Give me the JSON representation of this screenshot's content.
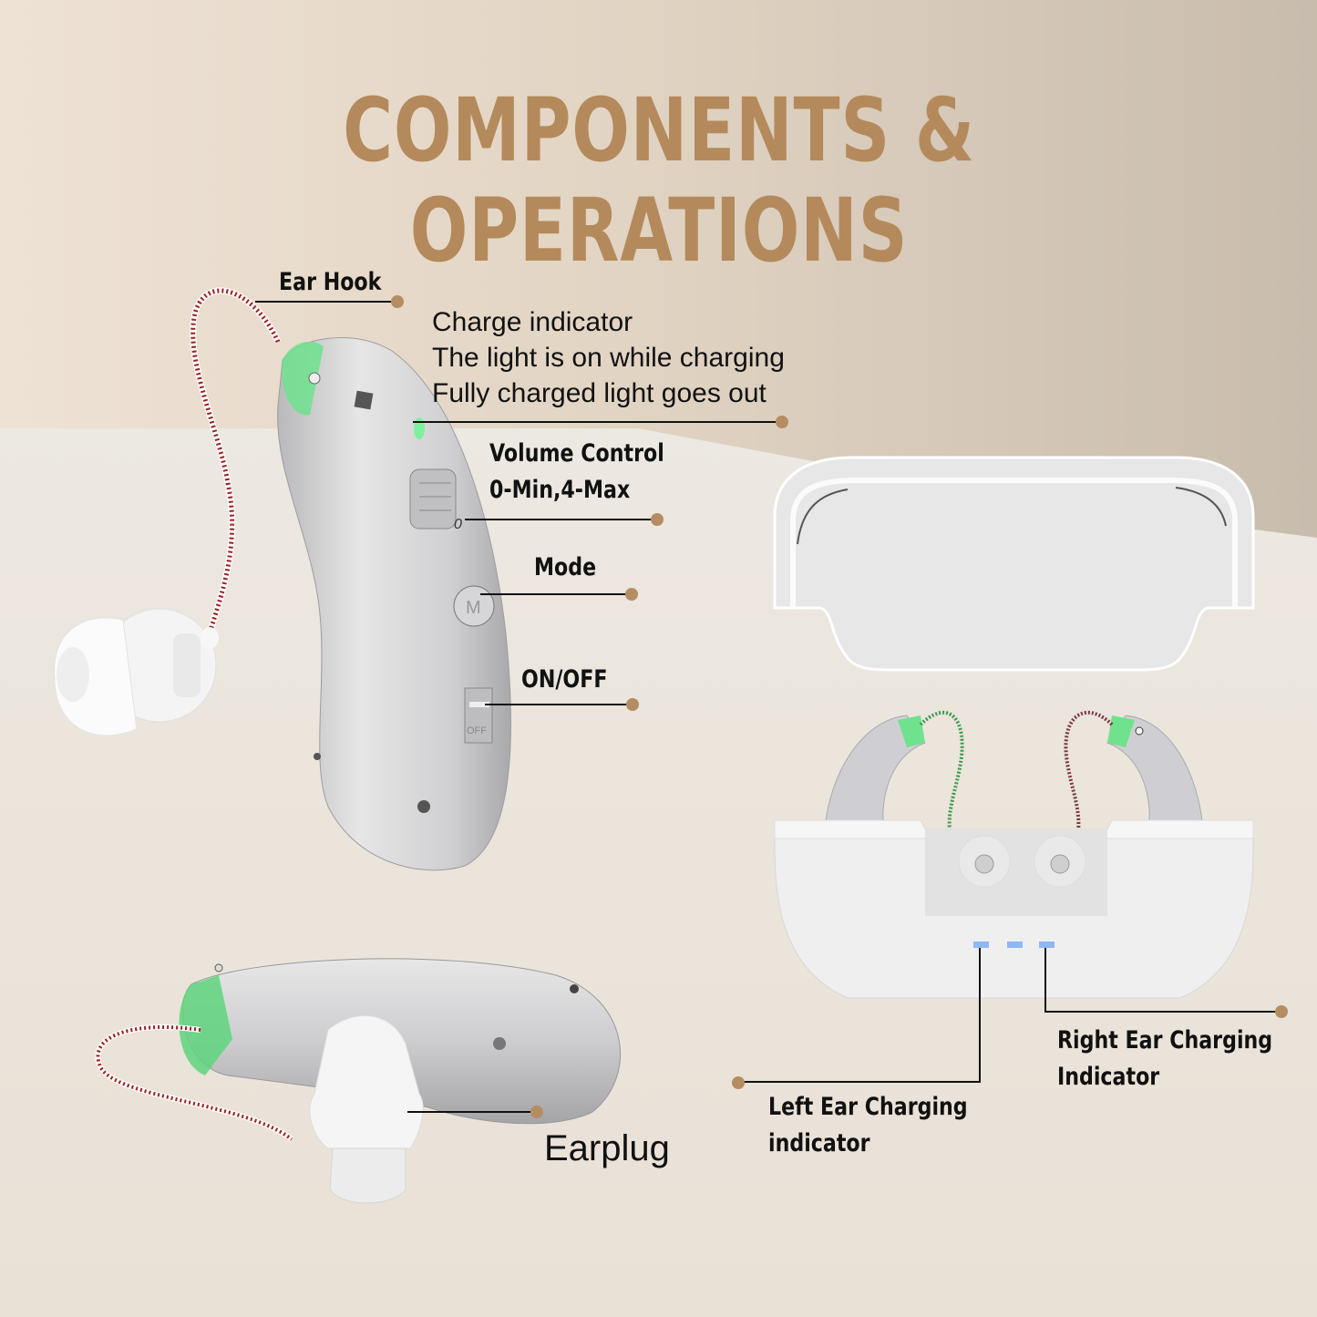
{
  "title": "COMPONENTS & OPERATIONS",
  "colors": {
    "title": "#b48a5c",
    "callout_dot": "#b58d62",
    "callout_line": "#111111",
    "led_green": "#4be37a",
    "case_led_blue": "#8db8f5",
    "device_silver": "#c9c9cb",
    "background_wall": "#e3d5c4",
    "background_floor": "#ebe4db"
  },
  "callouts": {
    "ear_hook": {
      "label": "Ear Hook"
    },
    "charge_indicator": {
      "lines": [
        "Charge indicator",
        "The light is on while charging",
        "Fully charged light goes out"
      ]
    },
    "volume_control": {
      "lines": [
        "Volume Control",
        "0-Min,4-Max"
      ]
    },
    "mode": {
      "label": "Mode"
    },
    "on_off": {
      "label": "ON/OFF"
    },
    "earplug": {
      "label": "Earplug"
    },
    "left_ear_charging": {
      "lines": [
        "Left Ear Charging",
        "indicator"
      ]
    },
    "right_ear_charging": {
      "lines": [
        "Right Ear Charging",
        "Indicator"
      ]
    }
  },
  "device_markings": {
    "mode_button_glyph": "M",
    "volume_wheel_glyph": "0",
    "switch_text": "OFF"
  },
  "case": {
    "indicator_leds": 3
  }
}
